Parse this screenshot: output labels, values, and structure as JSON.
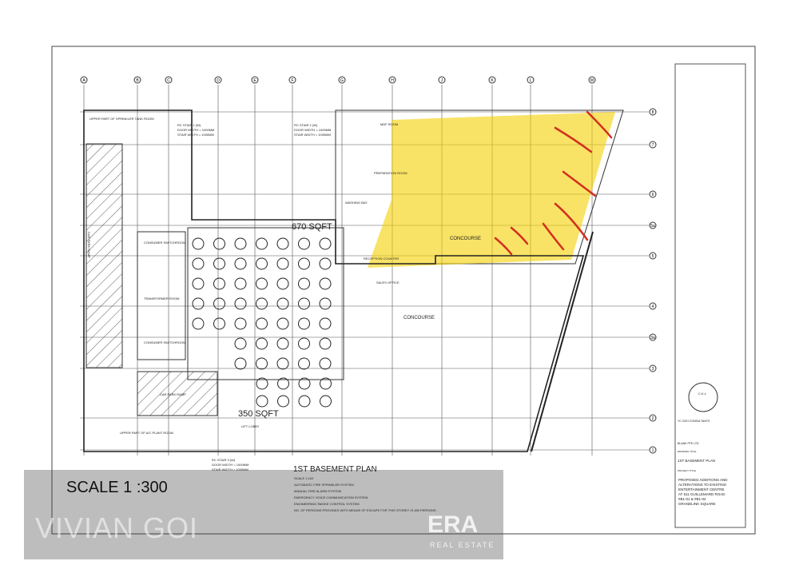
{
  "plan": {
    "title": "1ST BASEMENT PLAN",
    "notes": [
      "SCALE 1:100",
      "AUTOMATIC FIRE SPRINKLER SYSTEM",
      "MANUAL FIRE ALARM SYSTEM",
      "EMERGENCY VOICE COMMUNICATION SYSTEM",
      "ENGINEERING SMOKE CONTROL SYSTEM",
      "NO. OF PERSONS PROVIDED WITH MEANS OF ESCAPE FOR THIS STOREY IS 480 PERSONS."
    ],
    "columns": [
      "A",
      "B",
      "C",
      "D",
      "E",
      "F",
      "G",
      "H",
      "J",
      "K",
      "L",
      "M"
    ],
    "rows": [
      "8",
      "7",
      "6",
      "5a",
      "5",
      "4",
      "3a",
      "3",
      "2",
      "1"
    ],
    "rooms": {
      "consumer1": "CONSUMER SWITCHROOM",
      "transformer": "TRANSFORMER ROOM",
      "consumer2": "CONSUMER SWITCHROOM",
      "carpark": "CAR PARK RAMP",
      "carpark2": "CAR PARK RAMP",
      "concourse1": "CONCOURSE",
      "concourse2": "CONCOURSE",
      "sales": "SALES OFFICE",
      "reception": "RECEPTION COUNTER",
      "prep": "PREPARATION ROOM",
      "washing": "WASHING BAY",
      "mdf": "MDF ROOM",
      "lift": "LIFT LOBBY",
      "upper1": "UPPER PART OF SPRINKLER TANK ROOM",
      "upper2": "UPPER PART OF A/C PLANT ROOM"
    },
    "stairs": [
      {
        "name": "RC STAIR 1 (W)",
        "door": "DOOR WIDTH = 1000MM",
        "stair": "STAIR WIDTH = 1000MM"
      },
      {
        "name": "RC STAIR 2 (W)",
        "door": "DOOR WIDTH = 1000MM",
        "stair": "STAIR WIDTH = 1000MM"
      },
      {
        "name": "RC STAIR 3 (W)",
        "door": "DOOR WIDTH = 1000MM",
        "stair": "STAIR WIDTH = 1000MM"
      }
    ],
    "area1": "670 SQFT",
    "area2": "350 SQFT",
    "highlight_color": "#f5d000",
    "markup_color": "#d2301e"
  },
  "titleblock": {
    "stamp": "C.K.L",
    "consultant": "YC GOH CONSULTANTS",
    "client": "BLANK PTE LTD",
    "drawing_label": "DRAWING TITLE",
    "drawing": "1ST BASEMENT PLAN",
    "project_label": "PROJECT TITLE",
    "project": [
      "PROPOSED ADDITIONS AND",
      "ALTERATIONS TO EXISTING",
      "ENTERTAINMENT CENTRE",
      "AT 511 GUILLEMARD ROAD",
      "#B1-01 & #B1-02",
      "GRANDLINK SQUARE"
    ]
  },
  "overlay": {
    "scale": "SCALE 1 :300",
    "watermark": "VIVIAN GOI",
    "logo": "ERA",
    "logo_sub": "REAL ESTATE"
  }
}
